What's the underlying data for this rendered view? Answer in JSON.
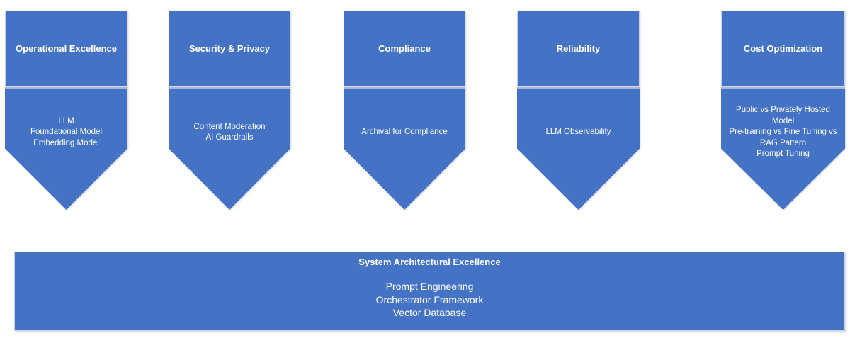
{
  "theme": {
    "background_color": "#ffffff",
    "shape_fill_color": "#4472c4",
    "shape_edge_color": "#ccd3e6",
    "divider_light_color": "#d6dbea",
    "divider_mid_color": "#a9b8da",
    "text_color": "#ffffff"
  },
  "pillars": [
    {
      "title": "Operational Excellence",
      "items": [
        "LLM",
        "Foundational Model",
        "Embedding Model"
      ]
    },
    {
      "title": "Security & Privacy",
      "items": [
        "Content Moderation",
        "AI Guardrails"
      ]
    },
    {
      "title": "Compliance",
      "items": [
        "Archival for Compliance"
      ]
    },
    {
      "title": "Reliability",
      "items": [
        "LLM Observability"
      ]
    },
    {
      "title": "Cost Optimization",
      "items": [
        "Public vs Privately Hosted Model",
        "Pre-training vs Fine Tuning vs RAG Pattern",
        "Prompt Tuning"
      ]
    }
  ],
  "foundation": {
    "title": "System Architectural Excellence",
    "items": [
      "Prompt Engineering",
      "Orchestrator Framework",
      "Vector Database"
    ]
  }
}
